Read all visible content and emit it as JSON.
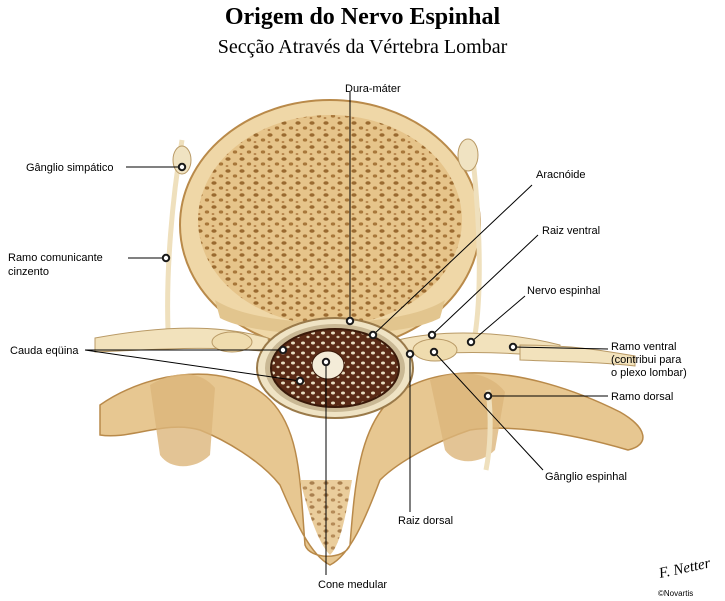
{
  "title": "Origem do Nervo Espinhal",
  "subtitle": "Secção Através da Vértebra Lombar",
  "labels": {
    "dura": "Dura-máter",
    "aracnoide": "Aracnóide",
    "raiz_ventral": "Raiz ventral",
    "nervo_espinhal": "Nervo espinhal",
    "ramo_ventral_1": "Ramo ventral",
    "ramo_ventral_2": "(contribui para",
    "ramo_ventral_3": "o plexo lombar)",
    "ramo_dorsal": "Ramo dorsal",
    "ganglio_espinhal": "Gânglio espinhal",
    "raiz_dorsal": "Raiz dorsal",
    "cone_medular": "Cone medular",
    "cauda_equina": "Cauda eqüina",
    "ramo_comunicante_1": "Ramo comunicante",
    "ramo_comunicante_2": "cinzento",
    "ganglio_simpatico": "Gânglio simpático"
  },
  "signature": {
    "artist": "F. Netter",
    "copyright": "©Novartis"
  },
  "colors": {
    "bone": "#eccf97",
    "bone_dark": "#c99a55",
    "nerve": "#f2e2bc",
    "canal": "#5a2a16",
    "marker": "#1a1a1a"
  }
}
